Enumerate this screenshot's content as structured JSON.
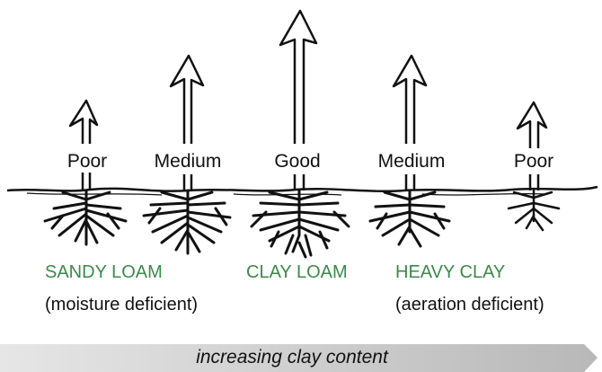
{
  "plants": [
    {
      "growth": "Poor"
    },
    {
      "growth": "Medium"
    },
    {
      "growth": "Good"
    },
    {
      "growth": "Medium"
    },
    {
      "growth": "Poor"
    }
  ],
  "soils": {
    "sandy_loam": {
      "name": "SANDY LOAM",
      "note": "(moisture deficient)"
    },
    "clay_loam": {
      "name": "CLAY LOAM"
    },
    "heavy_clay": {
      "name": "HEAVY CLAY",
      "note": "(aeration deficient)"
    }
  },
  "axis_bar": {
    "label": "increasing clay content"
  },
  "colors": {
    "soil_label": "#3a8a4a",
    "bar_fill": "#c8c8c8",
    "ink": "#111111"
  }
}
